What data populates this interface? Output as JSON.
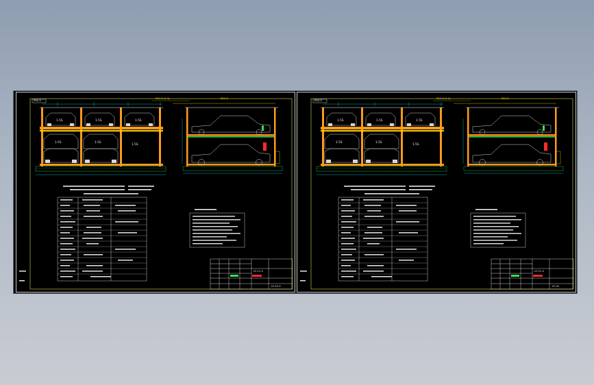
{
  "sheets": [
    {
      "id": "left",
      "header_tag": "PSH-5",
      "view_titles": [
        "PSH-5 (1-3)",
        "PSH-5"
      ],
      "car_labels": [
        "1-5S",
        "1-5S",
        "1-5S",
        "1-5S",
        "1-5S",
        "1-5S"
      ],
      "bay_label": "1-5S",
      "block_code": "LF-C1-3",
      "scale_code": "LF-03-3"
    },
    {
      "id": "right",
      "header_tag": "PSH-5",
      "view_titles": [
        "PSH-5 (1-3)",
        "PSH-5"
      ],
      "car_labels": [
        "1-5S",
        "1-5S",
        "1-5S",
        "1-5S",
        "1-5S",
        "1-5S"
      ],
      "bay_label": "1-5S",
      "block_code": "LF-C1-3",
      "scale_code": "LF-03"
    }
  ],
  "colors": {
    "background": "#000000",
    "frame": "#ffffff",
    "structure": "#ff9b1a",
    "car": "#d8d8d8",
    "annotation": "#ffd400",
    "dimension": "#00e0e0",
    "accent_red": "#ff2b2b",
    "accent_green": "#36e050"
  }
}
